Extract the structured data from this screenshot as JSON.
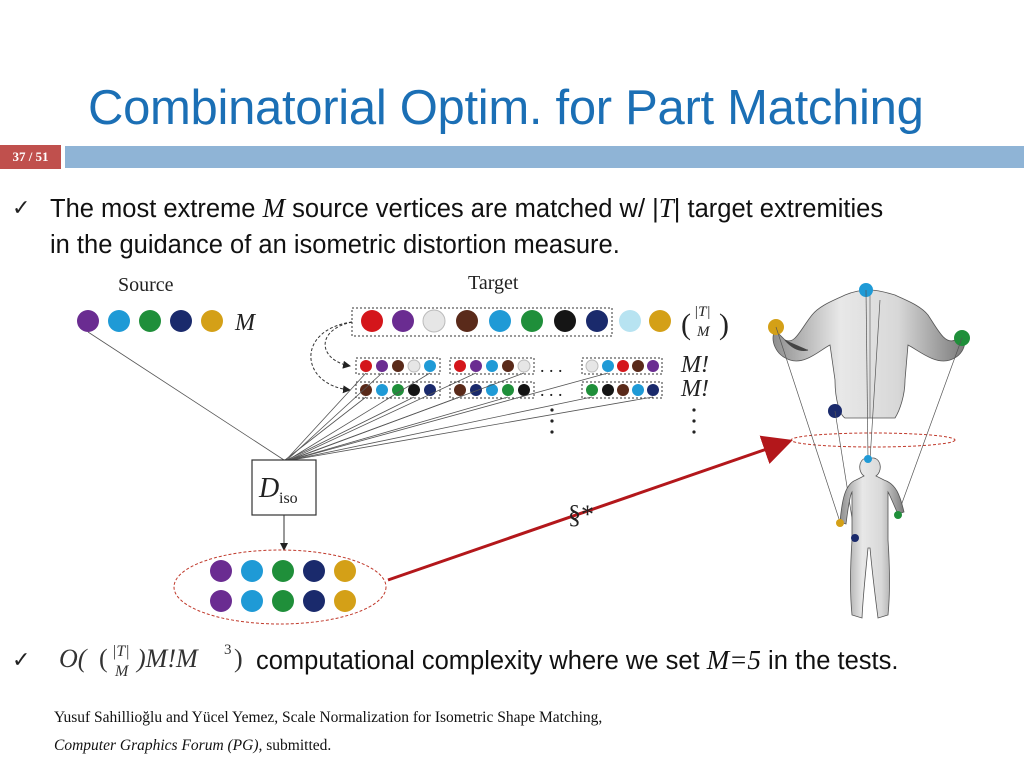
{
  "slide": {
    "title": "Combinatorial Optim. for Part Matching",
    "page_number": "37 / 51"
  },
  "bullets": [
    {
      "pre": "The most extreme ",
      "var_m": "M",
      "mid": " source vertices are matched w/ |",
      "var_t": "T",
      "post": "| target extremities",
      "line2": "in the guidance of an isometric distortion measure."
    },
    {
      "complexity_text": "computational complexity where we set ",
      "setting": "M=5",
      "tail": " in the tests."
    }
  ],
  "diagram": {
    "source_label": "Source",
    "target_label": "Target",
    "m_label": "M",
    "m_fact_1": "M!",
    "m_fact_2": "M!",
    "dots_row": ". . .",
    "diso_main": "D",
    "diso_sub": "iso",
    "section_star": "§*",
    "binom_top": "|T|",
    "binom_bottom": "M",
    "complexity_formula": {
      "O": "O(",
      "binom_top": "|T|",
      "binom_bottom": "M",
      "rest": ")M!M",
      "exp": "3",
      "close": ")"
    },
    "colors": {
      "purple": "#6a2c91",
      "cyan": "#1f9ad6",
      "green": "#1f8f3a",
      "navy": "#1a2a6c",
      "gold": "#d4a017",
      "red": "#d4161b",
      "brown": "#5a2a1a",
      "white": "#e6e6e6",
      "black": "#151515",
      "light_blue": "#b7e3f1",
      "dark_red_arrow": "#b3171b"
    }
  },
  "citation": {
    "line1": "Yusuf Sahillioğlu and Yücel Yemez, Scale Normalization for Isometric Shape Matching,",
    "journal": "Computer Graphics Forum (PG),",
    "status": " submitted."
  }
}
